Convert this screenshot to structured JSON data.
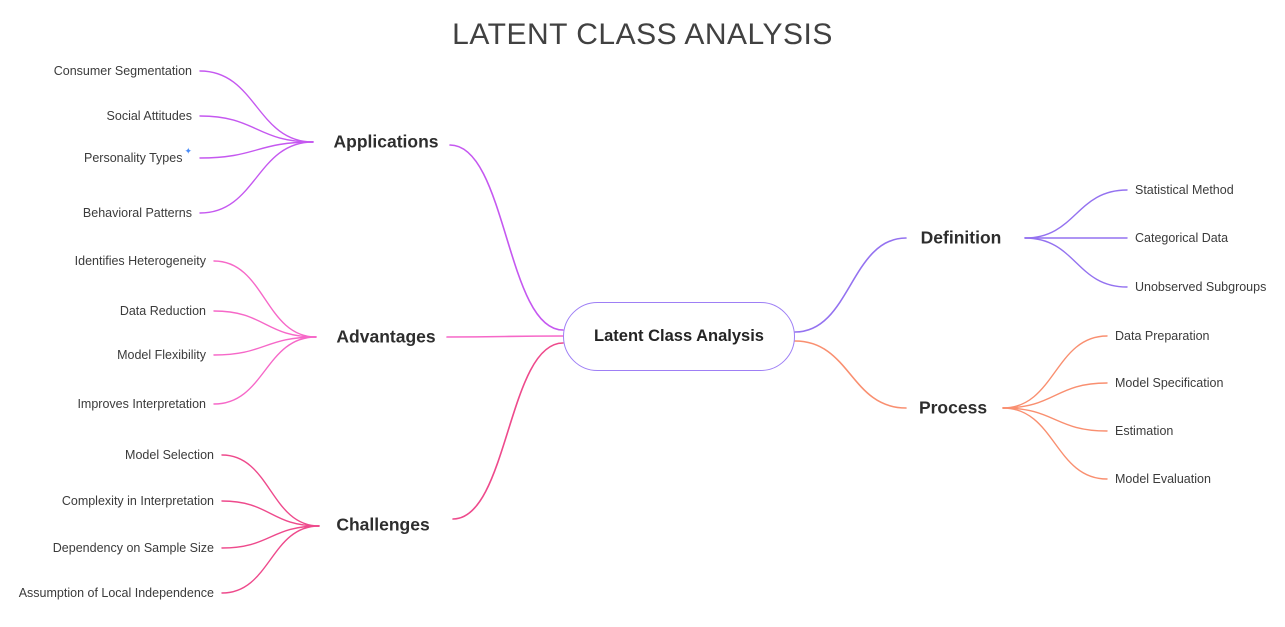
{
  "title": "LATENT CLASS ANALYSIS",
  "root": {
    "label": "Latent Class Analysis"
  },
  "branches": [
    {
      "id": "applications",
      "label": "Applications",
      "side": "left",
      "color": "#c558f0",
      "children": [
        {
          "label": "Consumer Segmentation"
        },
        {
          "label": "Social Attitudes"
        },
        {
          "label": "Personality Types",
          "icon": "sparkle-icon"
        },
        {
          "label": "Behavioral Patterns"
        }
      ]
    },
    {
      "id": "advantages",
      "label": "Advantages",
      "side": "left",
      "color": "#f668c8",
      "children": [
        {
          "label": "Identifies Heterogeneity"
        },
        {
          "label": "Data Reduction"
        },
        {
          "label": "Model Flexibility"
        },
        {
          "label": "Improves Interpretation"
        }
      ]
    },
    {
      "id": "challenges",
      "label": "Challenges",
      "side": "left",
      "color": "#ee4a8c",
      "children": [
        {
          "label": "Model Selection"
        },
        {
          "label": "Complexity in Interpretation"
        },
        {
          "label": "Dependency on Sample Size"
        },
        {
          "label": "Assumption of Local Independence"
        }
      ]
    },
    {
      "id": "definition",
      "label": "Definition",
      "side": "right",
      "color": "#9472f0",
      "children": [
        {
          "label": "Statistical Method"
        },
        {
          "label": "Categorical Data"
        },
        {
          "label": "Unobserved Subgroups"
        }
      ]
    },
    {
      "id": "process",
      "label": "Process",
      "side": "right",
      "color": "#f98f70",
      "children": [
        {
          "label": "Data Preparation"
        },
        {
          "label": "Model Specification"
        },
        {
          "label": "Estimation"
        },
        {
          "label": "Model Evaluation"
        }
      ]
    }
  ],
  "colors": {
    "root_border": "#9e7ff5",
    "sparkle": "#4a8cf7",
    "title_text": "#414141"
  }
}
